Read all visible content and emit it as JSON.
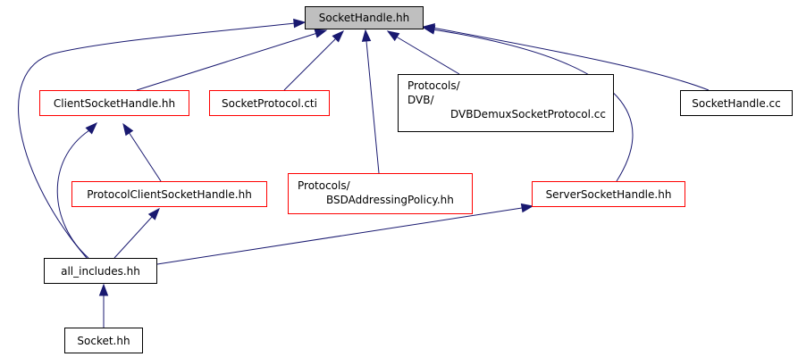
{
  "graph": {
    "nodes": {
      "socket_handle_hh": {
        "lines": [
          "SocketHandle.hh"
        ]
      },
      "client_socket_handle_hh": {
        "lines": [
          "ClientSocketHandle.hh"
        ]
      },
      "socket_protocol_cti": {
        "lines": [
          "SocketProtocol.cti"
        ]
      },
      "dvb_demux_socket_protocol_cc": {
        "lines": [
          "Protocols/",
          "DVB/",
          "DVBDemuxSocketProtocol.cc"
        ]
      },
      "socket_handle_cc": {
        "lines": [
          "SocketHandle.cc"
        ]
      },
      "protocol_client_socket_handle_hh": {
        "lines": [
          "ProtocolClientSocketHandle.hh"
        ]
      },
      "bsd_addressing_policy_hh": {
        "lines": [
          "Protocols/",
          "BSDAddressingPolicy.hh"
        ]
      },
      "server_socket_handle_hh": {
        "lines": [
          "ServerSocketHandle.hh"
        ]
      },
      "all_includes_hh": {
        "lines": [
          "all_includes.hh"
        ]
      },
      "socket_hh": {
        "lines": [
          "Socket.hh"
        ]
      }
    },
    "colors": {
      "edge": "#191970",
      "focus_fill": "#bfbfbf",
      "documented_border": "#000000",
      "undocumented_border": "#ff0000"
    }
  }
}
